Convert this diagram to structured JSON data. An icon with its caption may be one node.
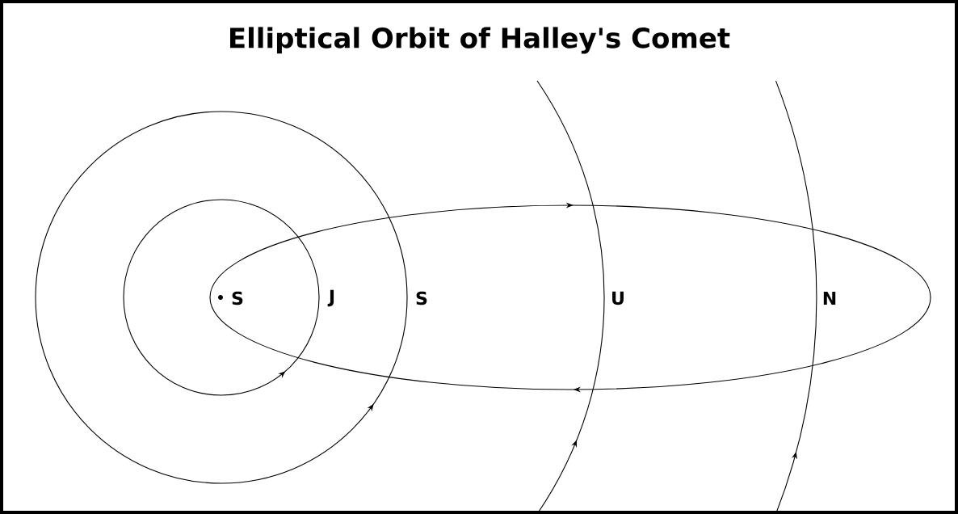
{
  "diagram": {
    "title": "Elliptical Orbit of Halley's Comet",
    "labels": [
      "S",
      "J",
      "S",
      "U",
      "N"
    ]
  }
}
